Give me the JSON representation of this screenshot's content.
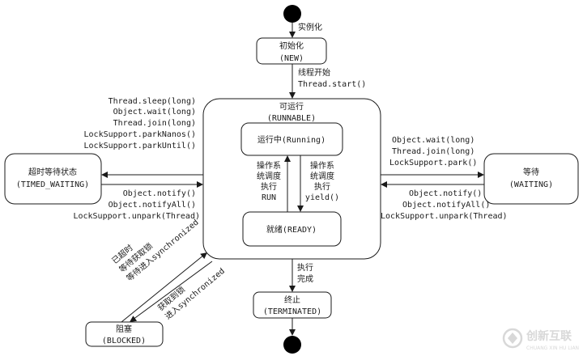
{
  "states": {
    "new": {
      "name": "初始化",
      "sub": "(NEW)"
    },
    "runnable": {
      "name": "可运行",
      "sub": "(RUNNABLE)"
    },
    "running": {
      "label": "运行中(Running)"
    },
    "ready": {
      "label": "就绪(READY)"
    },
    "timed_waiting": {
      "name": "超时等待状态",
      "sub": "(TIMED_WAITING)"
    },
    "waiting": {
      "name": "等待",
      "sub": "(WAITING)"
    },
    "blocked": {
      "name": "阻塞",
      "sub": "(BLOCKED)"
    },
    "terminated": {
      "name": "终止",
      "sub": "(TERMINATED)"
    }
  },
  "transitions": {
    "instantiate": "实例化",
    "thread_start": [
      "线程开始",
      "Thread.start()"
    ],
    "schedule_run": [
      "操作系",
      "统调度",
      "执行",
      "RUN"
    ],
    "schedule_yield": [
      "操作系",
      "统调度",
      "执行",
      "yield()"
    ],
    "finish": [
      "执行",
      "完成"
    ],
    "to_timed_waiting": [
      "Thread.sleep(long)",
      "Object.wait(long)",
      "Thread.join(long)",
      "LockSupport.parkNanos()",
      "LockSupport.parkUntil()"
    ],
    "from_timed_waiting": [
      "Object.notify()",
      "Object.notifyAll()",
      "LockSupport.unpark(Thread)"
    ],
    "to_waiting": [
      "Object.wait(long)",
      "Thread.join(long)",
      "LockSupport.park()"
    ],
    "from_waiting": [
      "Object.notify()",
      "Object.notifyAll()",
      "LockSupport.unpark(Thread)"
    ],
    "blocked_release": [
      "已超时",
      "等待获取锁",
      "等待进入synchronized"
    ],
    "blocked_enter": [
      "获取到锁",
      "进入synchronized"
    ]
  },
  "watermark": {
    "name": "创新互联",
    "sub": "CHUANG XIN HU LIAN"
  }
}
